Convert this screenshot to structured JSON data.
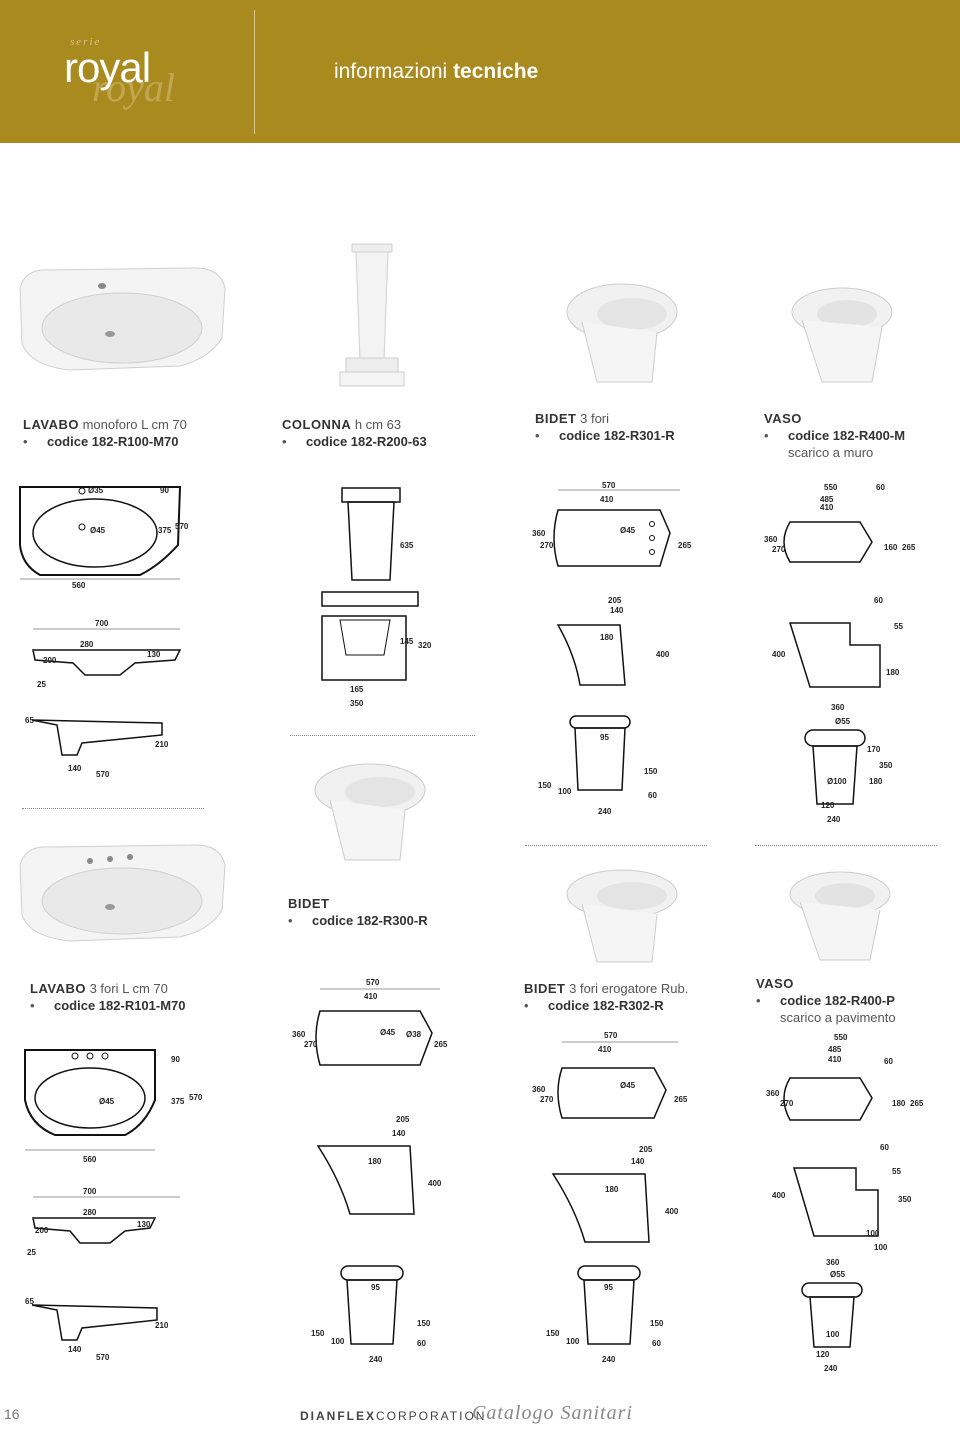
{
  "header": {
    "serie": "serie",
    "brand": "royal",
    "brand_script": "royal",
    "title_light": "informazioni",
    "title_bold": "tecniche"
  },
  "products": [
    {
      "name": "LAVABO",
      "desc": "monoforo L cm 70",
      "code": "codice 182-R100-M70",
      "note": ""
    },
    {
      "name": "COLONNA",
      "desc": "h cm 63",
      "code": "codice 182-R200-63",
      "note": ""
    },
    {
      "name": "BIDET",
      "desc": "3 fori",
      "code": "codice 182-R301-R",
      "note": ""
    },
    {
      "name": "VASO",
      "desc": "",
      "code": "codice 182-R400-M",
      "note": "scarico a muro"
    },
    {
      "name": "BIDET",
      "desc": "",
      "code": "codice 182-R300-R",
      "note": ""
    },
    {
      "name": "LAVABO",
      "desc": "3 fori L cm 70",
      "code": "codice 182-R101-M70",
      "note": ""
    },
    {
      "name": "BIDET",
      "desc": "3 fori erogatore Rub.",
      "code": "codice 182-R302-R",
      "note": ""
    },
    {
      "name": "VASO",
      "desc": "",
      "code": "codice 182-R400-P",
      "note": "scarico a pavimento"
    }
  ],
  "dims": {
    "lavabo_top": [
      "Ø35",
      "90",
      "Ø45",
      "375",
      "570",
      "560"
    ],
    "lavabo_front": [
      "700",
      "280",
      "130",
      "200",
      "25"
    ],
    "lavabo_side": [
      "65",
      "210",
      "140",
      "570"
    ],
    "colonna": [
      "635",
      "145",
      "320",
      "165",
      "350"
    ],
    "bidet_top": [
      "570",
      "410",
      "360",
      "270",
      "Ø45",
      "265"
    ],
    "bidet_side": [
      "205",
      "140",
      "180",
      "400"
    ],
    "bidet_front": [
      "95",
      "150",
      "100",
      "150",
      "60",
      "240"
    ],
    "bidet2_top": [
      "570",
      "410",
      "360",
      "270",
      "Ø45",
      "Ø38",
      "265"
    ],
    "vaso_m_top": [
      "550",
      "60",
      "485",
      "410",
      "360",
      "270",
      "160",
      "265"
    ],
    "vaso_m_side": [
      "60",
      "55",
      "400",
      "180"
    ],
    "vaso_m_front": [
      "360",
      "Ø55",
      "170",
      "350",
      "Ø100",
      "180",
      "120",
      "240"
    ],
    "vaso_p_top": [
      "550",
      "485",
      "410",
      "60",
      "360",
      "270",
      "180",
      "265"
    ],
    "vaso_p_side": [
      "60",
      "55",
      "400",
      "350",
      "100",
      "100"
    ],
    "vaso_p_front": [
      "360",
      "Ø55",
      "100",
      "120",
      "240"
    ]
  },
  "footer": {
    "page_number": "16",
    "corp_bold": "DIANFLEX",
    "corp_light": "CORPORATION",
    "catalog": "Catalogo Sanitari"
  }
}
